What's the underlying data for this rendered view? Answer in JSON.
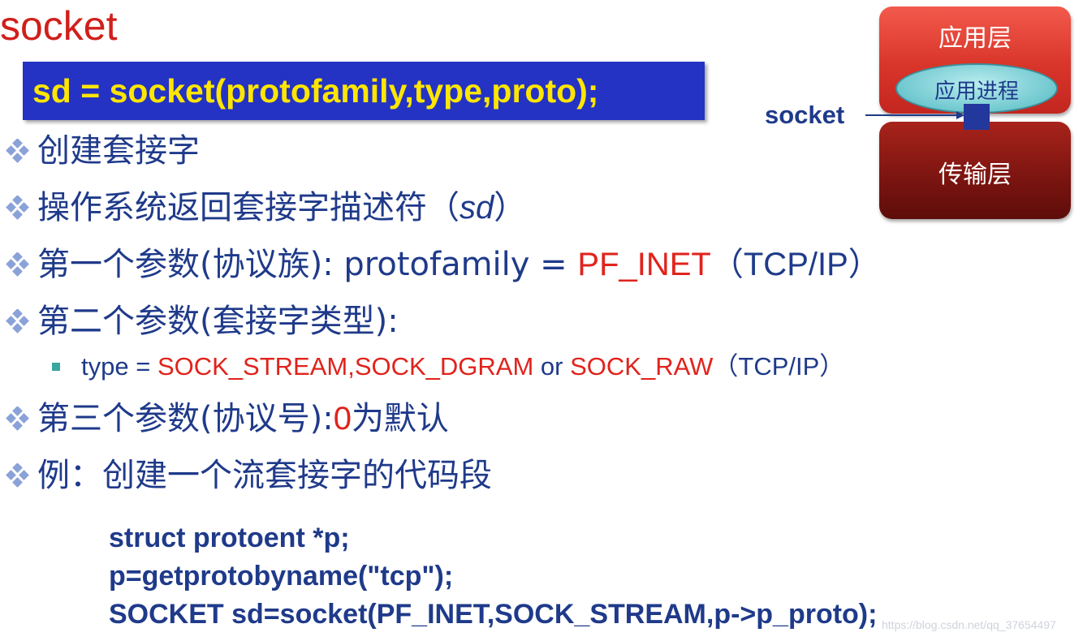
{
  "title": "socket",
  "banner_code": "sd = socket(protofamily,type,proto);",
  "bullets": {
    "b1": "创建套接字",
    "b2": {
      "main": "操作系统返回套接字描述符（",
      "var": "sd",
      "close": "）"
    },
    "b3": {
      "prefix": "第一个参数(协议族): protofamily = ",
      "value": "PF_INET",
      "suffix": "（TCP/IP）"
    },
    "b4": "第二个参数(套接字类型):",
    "sub": {
      "prefix": "type = ",
      "v1": "SOCK_STREAM,SOCK_DGRAM",
      "mid": " or ",
      "v2": "SOCK_RAW",
      "suffix": "（TCP/IP）"
    },
    "b5": {
      "prefix": "第三个参数(协议号):",
      "value": "0",
      "suffix": "为默认"
    },
    "b6": "例：创建一个流套接字的代码段"
  },
  "code_lines": [
    "struct protoent *p;",
    "p=getprotobyname(\"tcp\");",
    "SOCKET sd=socket(PF_INET,SOCK_STREAM,p->p_proto);"
  ],
  "diagram": {
    "app_layer": "应用层",
    "app_process": "应用进程",
    "transport_layer": "传输层",
    "socket_label": "socket"
  },
  "watermark": "https://blog.csdn.net/qq_37654497",
  "colors": {
    "title_red": "#d11f1a",
    "text_blue": "#1f3a8a",
    "banner_bg": "#2433c4",
    "banner_text": "#ffe600",
    "highlight_red": "#e0231c"
  },
  "icons": {
    "bullet": "diamond-bullet-icon",
    "sub_bullet": "square-bullet-icon"
  }
}
